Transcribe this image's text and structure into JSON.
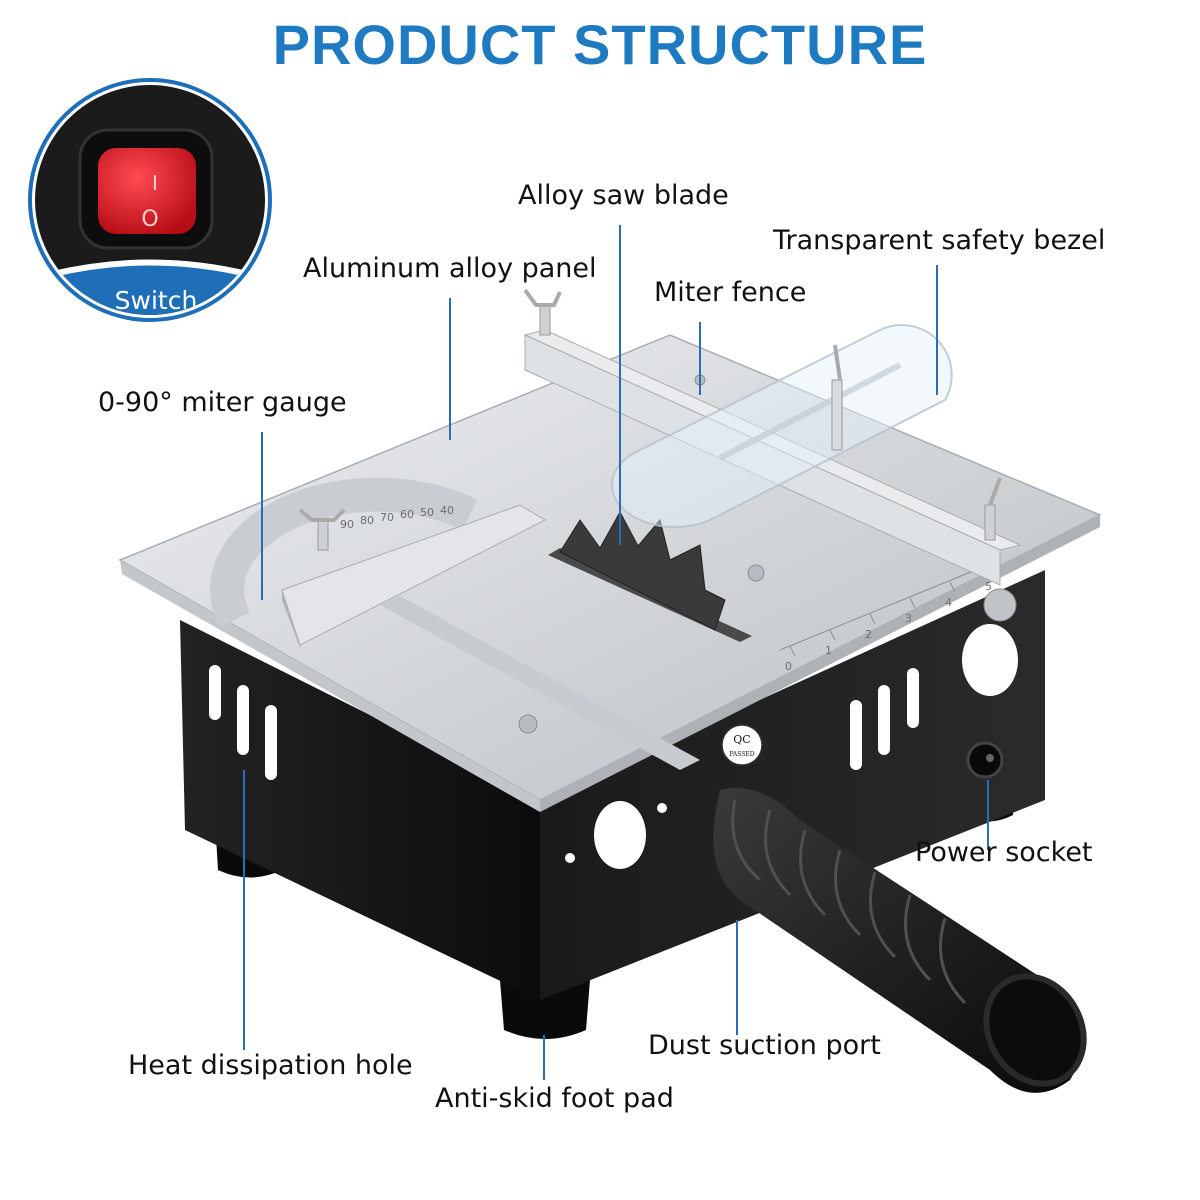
{
  "title": "PRODUCT STRUCTURE",
  "colors": {
    "title": "#1f7bc1",
    "leader": "#2a6db5",
    "switch_red": "#d8141e",
    "switch_band": "#1f6fb8",
    "body_black": "#151515",
    "panel_silver": "#d6d8db"
  },
  "inset": {
    "label": "Switch",
    "switch_marks": {
      "on": "I",
      "off": "O"
    }
  },
  "labels": {
    "alloy_saw_blade": "Alloy saw blade",
    "transparent_safety_bezel": "Transparent safety bezel",
    "aluminum_alloy_panel": "Aluminum alloy panel",
    "miter_fence": "Miter fence",
    "miter_gauge": "0-90° miter gauge",
    "power_socket": "Power socket",
    "heat_dissipation_hole": "Heat dissipation hole",
    "dust_suction_port": "Dust suction port",
    "anti_skid_foot_pad": "Anti-skid foot pad"
  },
  "qc_badge": {
    "top": "QC",
    "bottom": "PASSED"
  },
  "miter_scale": [
    "90",
    "80",
    "70",
    "60",
    "50",
    "40"
  ],
  "fence_scale": [
    "0",
    "1",
    "2",
    "3",
    "4",
    "5"
  ]
}
